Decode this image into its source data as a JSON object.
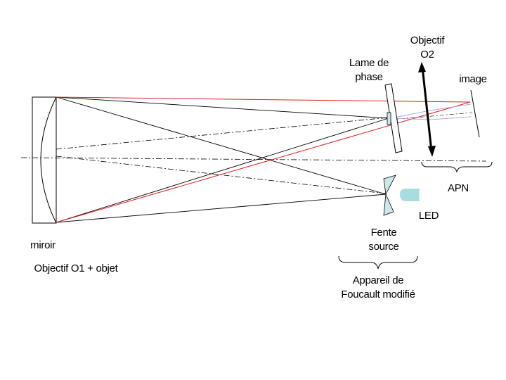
{
  "labels": {
    "objectif_o2": [
      "Objectif",
      "O2"
    ],
    "lame_de_phase": [
      "Lame de",
      "phase"
    ],
    "image": "image",
    "apn": "APN",
    "led": "LED",
    "fente_source": [
      "Fente",
      "source"
    ],
    "miroir": "miroir",
    "objectif_o1": "Objectif O1 + objet",
    "appareil": [
      "Appareil de",
      "Foucault modifié"
    ]
  },
  "colors": {
    "ray_red": "#e0201c",
    "ray_black": "#000000",
    "ray_violet": "#b6a4e6",
    "led": "#a8dde0",
    "slit_fill": "#cbe7ea"
  }
}
